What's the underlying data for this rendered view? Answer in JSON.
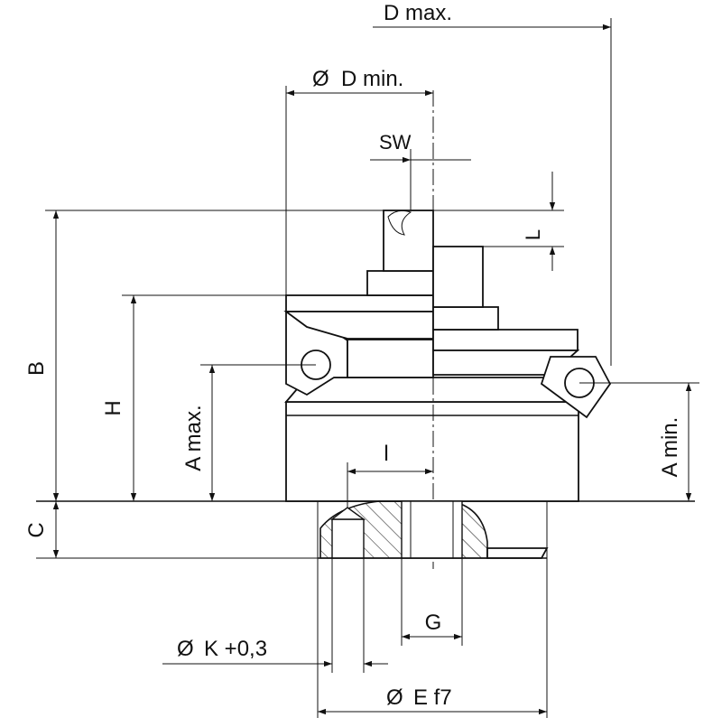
{
  "colors": {
    "line": "#111111",
    "background": "#ffffff"
  },
  "labels": {
    "d_max": "D max.",
    "d_min": "D min.",
    "d_min_prefix": "Ø",
    "sw": "SW",
    "l": "L",
    "b": "B",
    "h": "H",
    "a_max": "A max.",
    "a_min": "A min.",
    "c": "C",
    "i": "l",
    "g": "G",
    "k": "K  +0,3",
    "k_prefix": "Ø",
    "e": "E f7",
    "e_prefix": "Ø"
  }
}
